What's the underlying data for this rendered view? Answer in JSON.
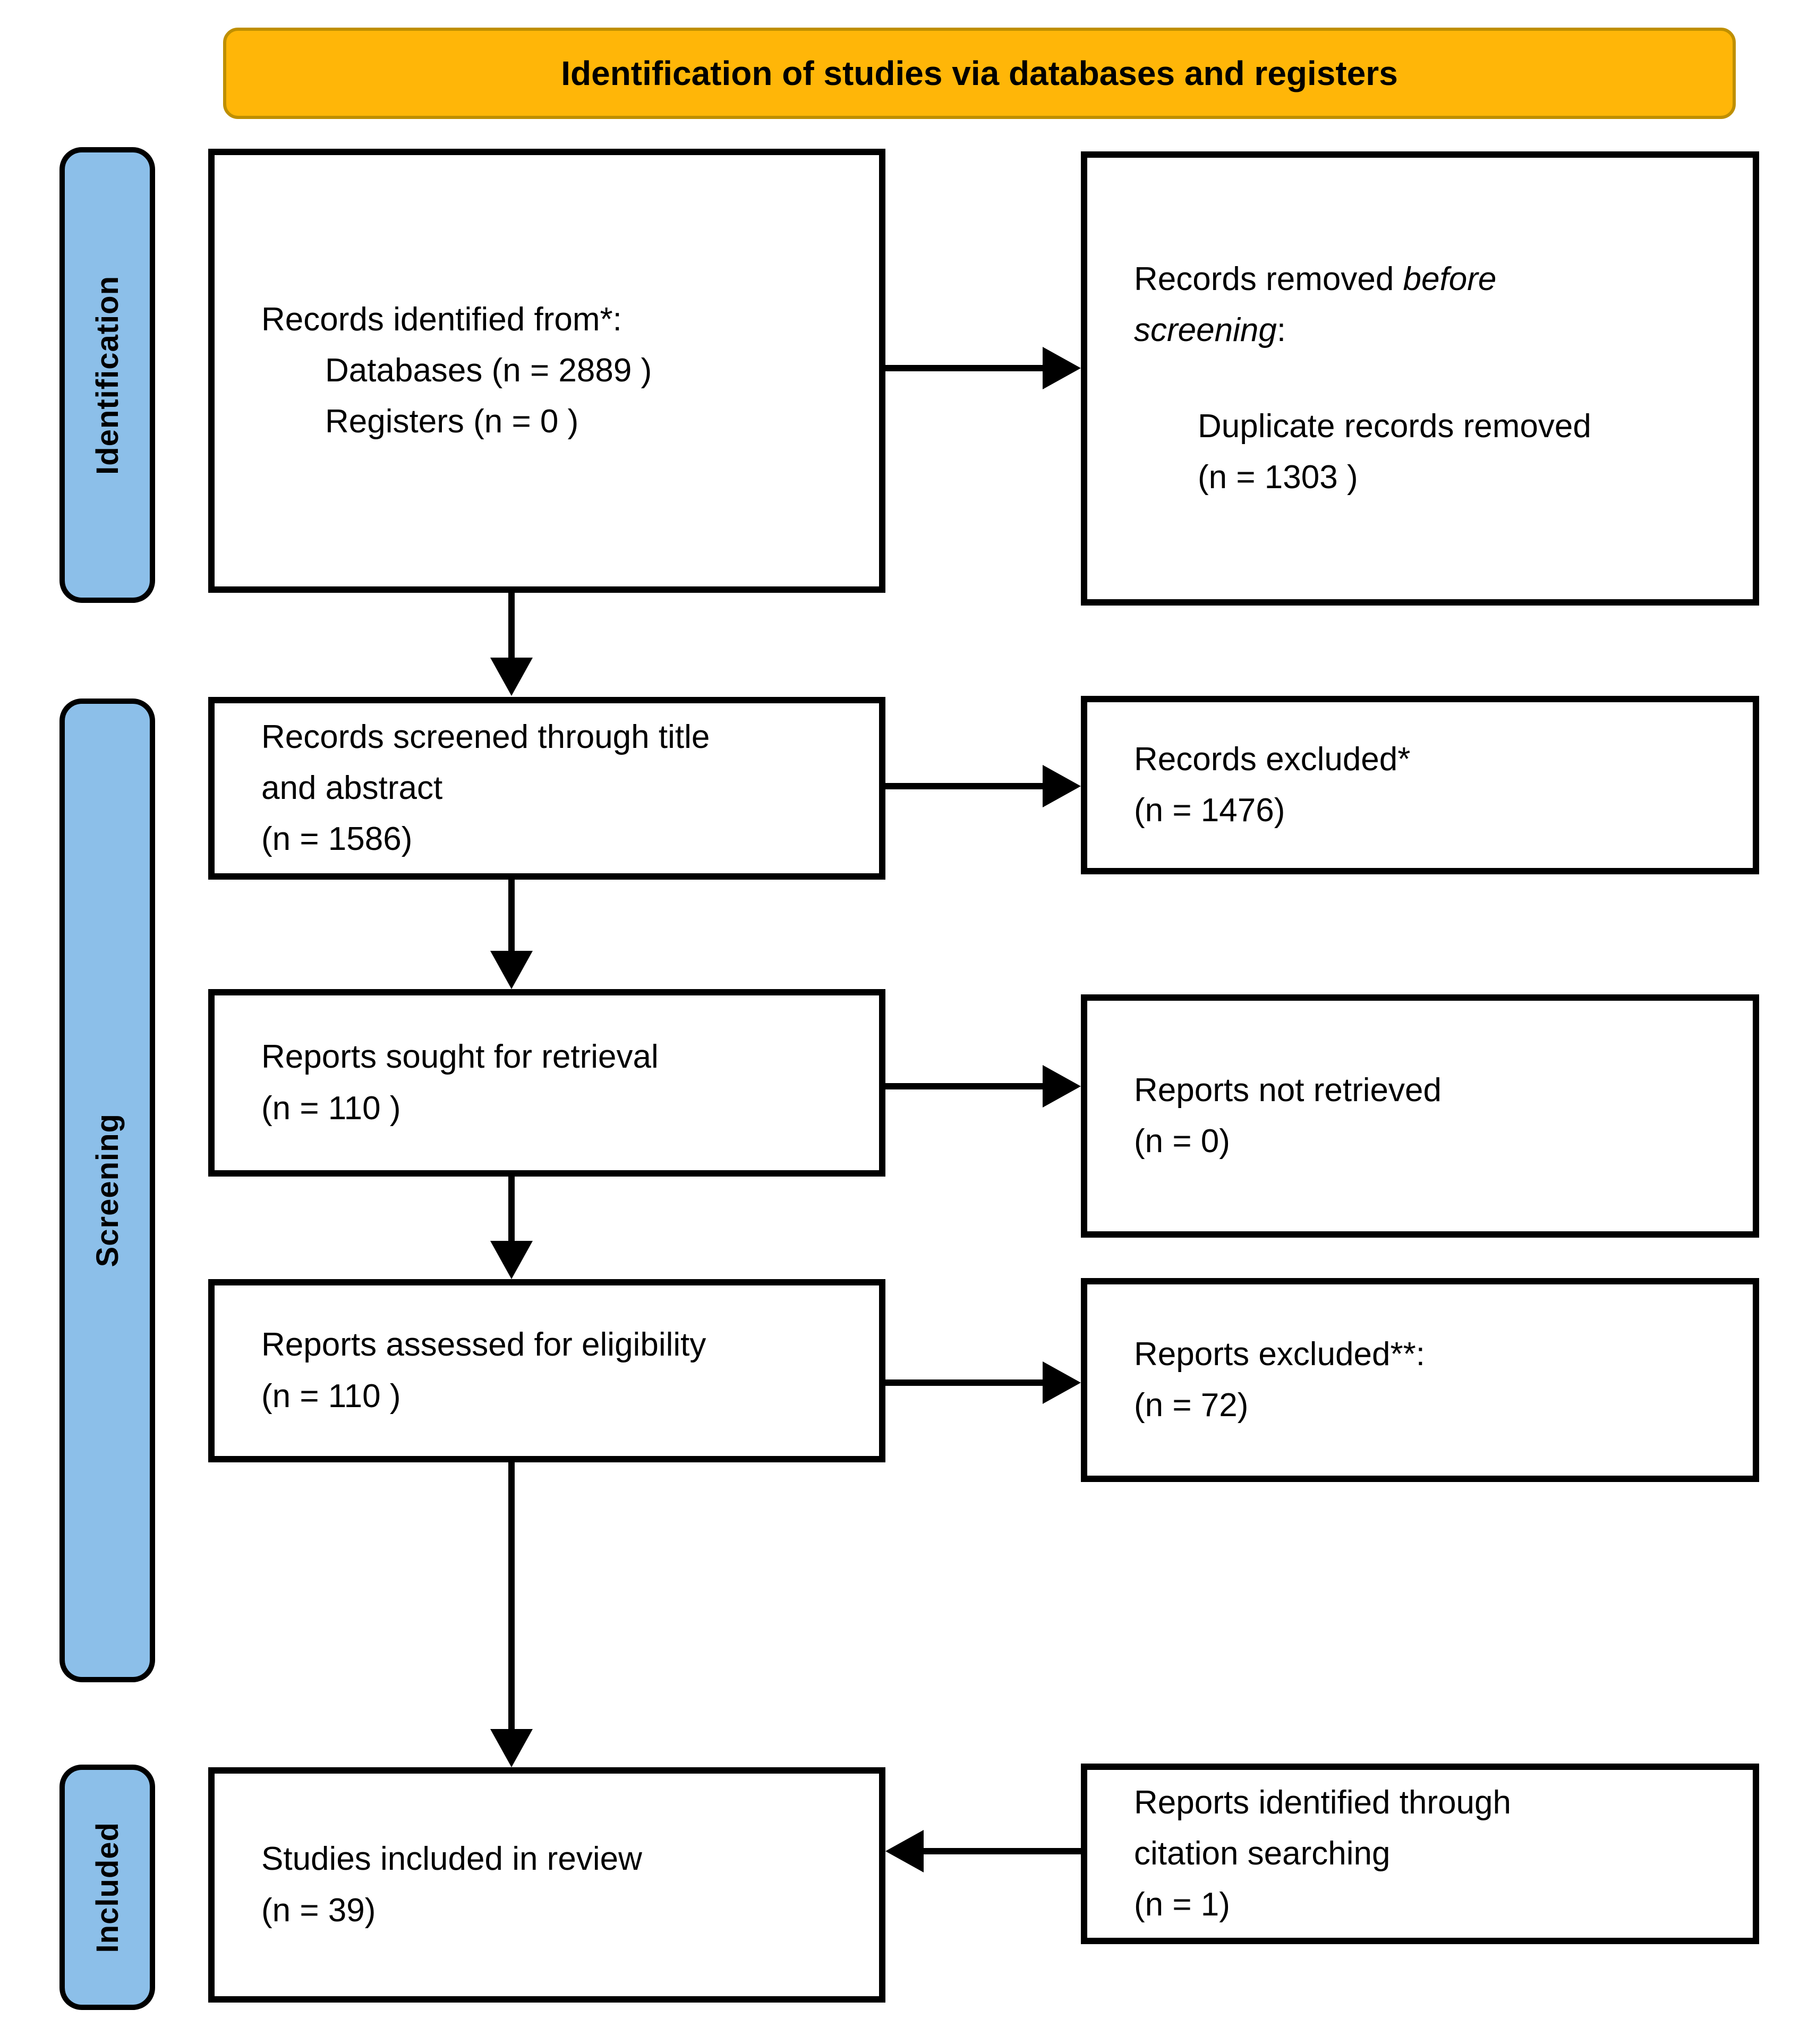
{
  "banner": {
    "title": "Identification of studies via databases and registers"
  },
  "side_labels": [
    {
      "label": "Identification"
    },
    {
      "label": "Screening"
    },
    {
      "label": "Included"
    }
  ],
  "boxes": {
    "records_identified": {
      "heading": "Records identified from*:",
      "item1": "Databases (n = 2889 )",
      "item2": "Registers (n = 0 )"
    },
    "records_removed": {
      "normal1": "Records removed ",
      "italic1": "before",
      "italic2": "screening",
      "colon": ":",
      "item1": "Duplicate records removed",
      "item2": "(n = 1303 )"
    },
    "records_screened": {
      "line1": "Records screened through title",
      "line2": "and abstract",
      "line3": "(n = 1586)"
    },
    "records_excluded": {
      "line1": "Records excluded*",
      "line2": "(n = 1476)"
    },
    "reports_sought": {
      "line1": "Reports sought for retrieval",
      "line2": "(n = 110 )"
    },
    "reports_not_retrieved": {
      "line1": "Reports not retrieved",
      "line2": "(n = 0)"
    },
    "reports_assessed": {
      "line1": "Reports assessed for eligibility",
      "line2": "(n = 110 )"
    },
    "reports_excluded": {
      "line1": "Reports excluded**:",
      "line2": "(n = 72)"
    },
    "studies_included": {
      "line1": "Studies included in review",
      "line2": "(n = 39)"
    },
    "citation_reports": {
      "line1": "Reports identified through",
      "line2": "citation searching",
      "line3": "(n = 1)"
    }
  },
  "colors": {
    "banner_fill": "#FFB608",
    "banner_border": "#BF8F00",
    "stage_fill": "#8CBFE9",
    "stage_border": "#000000",
    "box_border": "#000000",
    "arrow": "#000000",
    "text": "#000000"
  }
}
